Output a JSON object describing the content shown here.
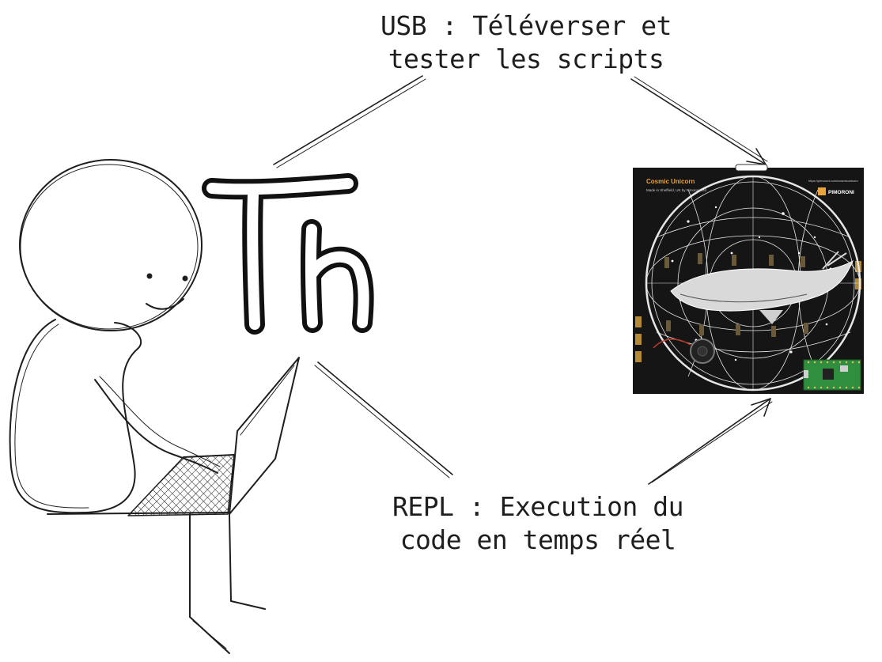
{
  "labels": {
    "usb_line1": "USB : Téléverser et",
    "usb_line2": "tester les scripts",
    "repl_line1": "REPL : Execution du",
    "repl_line2": "code en temps réel"
  },
  "board": {
    "title": "Cosmic Unicorn",
    "subtitle": "Made in Sheffield, UK by Pimoroni Ltd",
    "url": "https://pimoroni.com/cosmicunicorn",
    "brand": "PIMORONI"
  },
  "logo": {
    "text": "Th"
  },
  "colors": {
    "ink": "#1e1e1e",
    "board_bg": "#151515",
    "pico_green": "#2f8f3e",
    "board_title": "#e8a33c"
  }
}
